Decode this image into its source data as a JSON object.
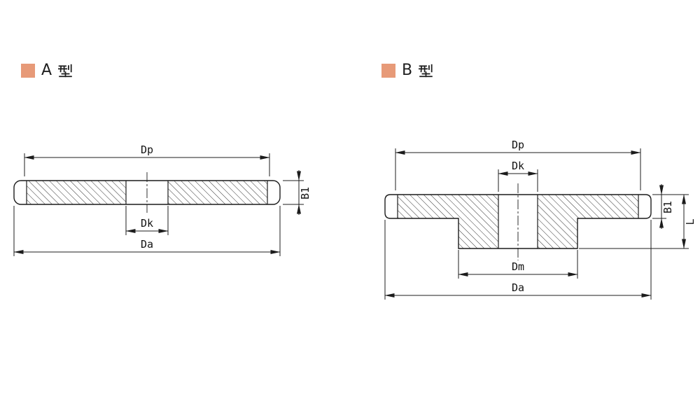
{
  "colors": {
    "accent": "#e79a78",
    "line": "#1c1c1c"
  },
  "headers": {
    "a": {
      "letter": "A",
      "suffix": "型",
      "full": "A 型"
    },
    "b": {
      "letter": "B",
      "suffix": "型",
      "full": "B 型"
    }
  },
  "diagram_a": {
    "labels": {
      "dp": "Dp",
      "dk": "Dk",
      "da": "Da",
      "b1": "B1"
    }
  },
  "diagram_b": {
    "labels": {
      "dp": "Dp",
      "dk": "Dk",
      "da": "Da",
      "b1": "B1",
      "dm": "Dm",
      "l": "L"
    }
  }
}
